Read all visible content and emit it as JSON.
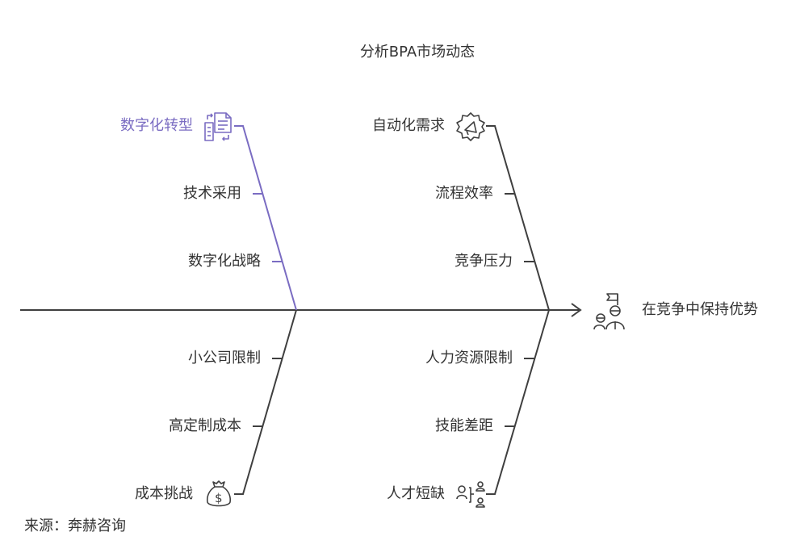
{
  "title": "分析BPA市场动态",
  "outcome": "在竞争中保持优势",
  "source": "来源：奔赫咨询",
  "colors": {
    "spine": "#3f3f3f",
    "highlight": "#7a6cc2",
    "text": "#333333"
  },
  "categories": [
    {
      "id": "digital",
      "name": "数字化转型",
      "icon": "document-transfer-icon",
      "highlighted": true,
      "causes": [
        "技术采用",
        "数字化战略"
      ]
    },
    {
      "id": "automation",
      "name": "自动化需求",
      "icon": "gear-megaphone-icon",
      "highlighted": false,
      "causes": [
        "流程效率",
        "竞争压力"
      ]
    },
    {
      "id": "cost",
      "name": "成本挑战",
      "icon": "money-bag-icon",
      "highlighted": false,
      "causes": [
        "小公司限制",
        "高定制成本"
      ]
    },
    {
      "id": "talent",
      "name": "人才短缺",
      "icon": "people-network-icon",
      "highlighted": false,
      "causes": [
        "人力资源限制",
        "技能差距"
      ]
    }
  ]
}
